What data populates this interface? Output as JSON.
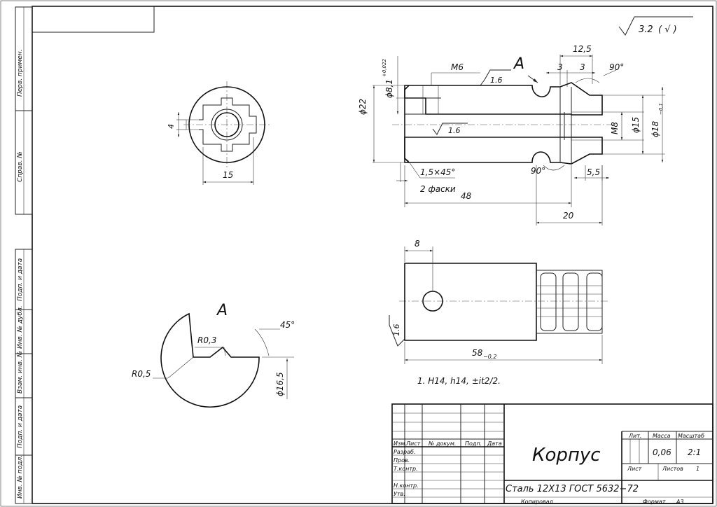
{
  "roughness": {
    "general": "3.2",
    "general_suffix": "( √ )",
    "rz_bore": "1.6",
    "rz_inner": "1.6",
    "rz_side": "1.6"
  },
  "dims": {
    "d22": "ϕ22",
    "d81": "ϕ8,1",
    "d81_tol": "+0,022",
    "m6": "M6",
    "m8": "M8",
    "d15": "ϕ15",
    "d18": "ϕ18",
    "d18_tol": "−0,1",
    "l125": "12,5",
    "l3a": "3",
    "l3b": "3",
    "a90top": "90°",
    "a90bot": "90°",
    "l55": "5,5",
    "chamfer": "1,5×45°",
    "chamfer_note": "2 фаски",
    "l48": "48",
    "l20": "20",
    "w4": "4",
    "w15": "15",
    "l8": "8",
    "l58": "58",
    "l58_tol": "−0,2",
    "r03": "R0,3",
    "r05": "R0,5",
    "a45": "45°",
    "d165": "ϕ16,5"
  },
  "section": {
    "label_main": "A",
    "label_detail": "A"
  },
  "notes": {
    "note1": "1. H14, h14, ±it2/2."
  },
  "left_margin": {
    "perv_primen": "Перв. примен.",
    "sprav_no": "Справ. №",
    "podp_data_1": "Подп. и дата",
    "inv_dubl": "Инв. № дубл.",
    "vzam_inv": "Взам. инв. №",
    "podp_data_2": "Подп. и дата",
    "inv_podl": "Инв. № подл."
  },
  "title_block": {
    "name": "Корпус",
    "material": "Сталь 12Х13 ГОСТ 5632−72",
    "col_izm": "Изм.",
    "col_list": "Лист",
    "col_docum": "№ докум.",
    "col_podp": "Подп.",
    "col_data": "Дата",
    "row_razrab": "Разраб.",
    "row_prov": "Пров.",
    "row_tkontr": "Т.контр.",
    "row_nkontr": "Н.контр.",
    "row_utv": "Утв.",
    "hdr_lit": "Лит.",
    "hdr_massa": "Масса",
    "hdr_masshtab": "Масштаб",
    "massa": "0,06",
    "masshtab": "2:1",
    "list_label": "Лист",
    "listov_label": "Листов",
    "listov_value": "1",
    "kopiroval": "Копировал",
    "format_label": "Формат",
    "format_value": "А3"
  }
}
